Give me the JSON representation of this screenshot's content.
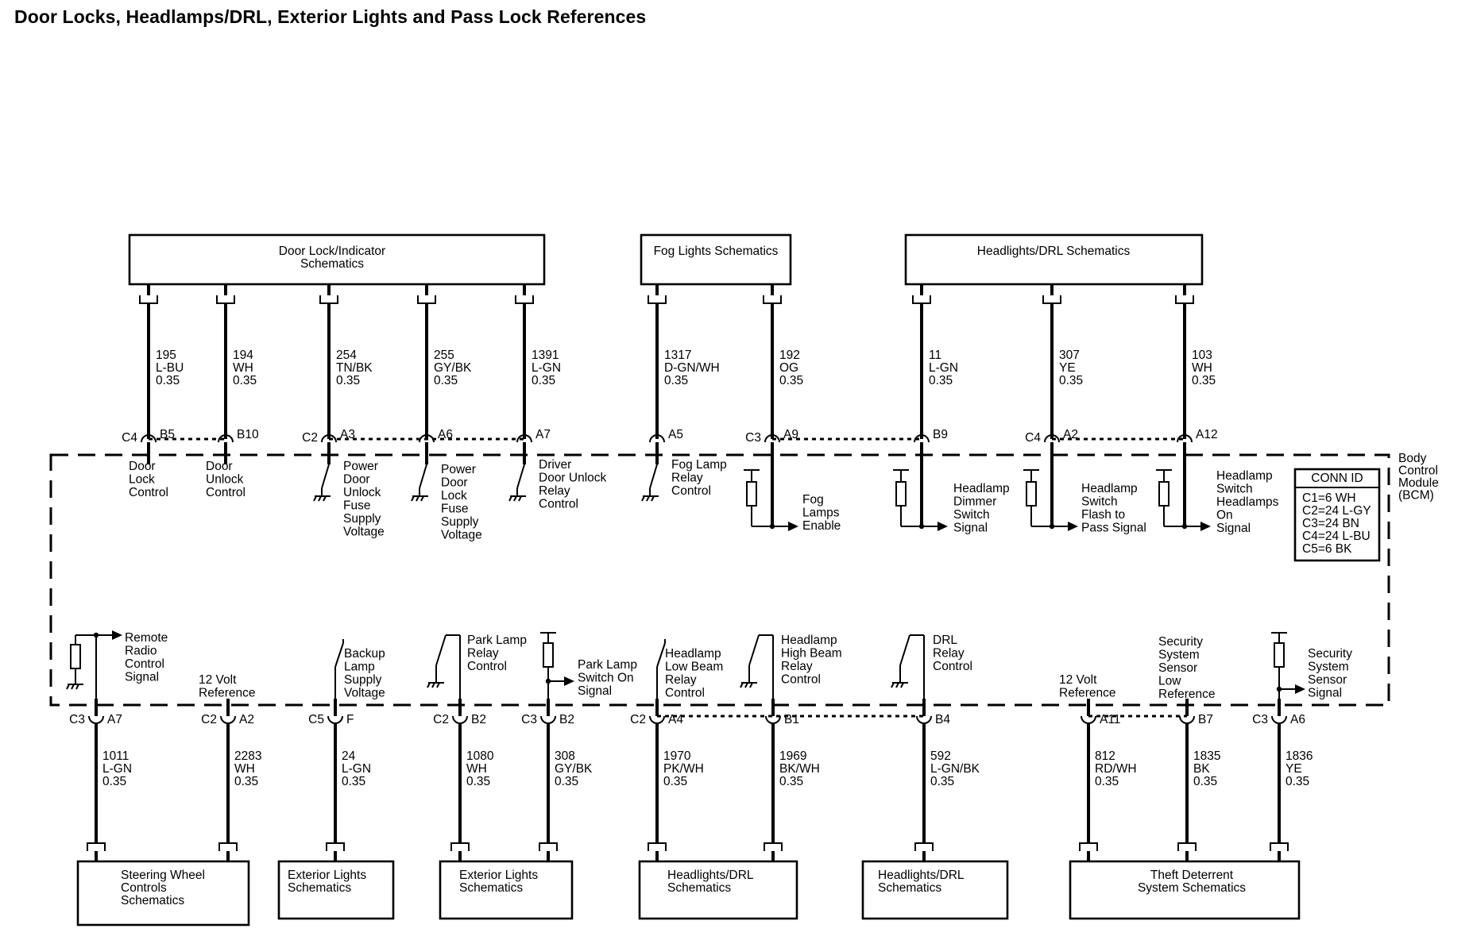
{
  "title": "Door Locks, Headlamps/DRL, Exterior Lights and Pass Lock References",
  "top_boxes": [
    {
      "lines": [
        "Door Lock/Indicator",
        "Schematics"
      ]
    },
    {
      "lines": [
        "Fog Lights Schematics"
      ]
    },
    {
      "lines": [
        "Headlights/DRL Schematics"
      ]
    }
  ],
  "bottom_boxes": [
    {
      "lines": [
        "Steering Wheel",
        "Controls",
        "Schematics"
      ]
    },
    {
      "lines": [
        "Exterior Lights",
        "Schematics"
      ]
    },
    {
      "lines": [
        "Exterior Lights",
        "Schematics"
      ]
    },
    {
      "lines": [
        "Headlights/DRL",
        "Schematics"
      ]
    },
    {
      "lines": [
        "Headlights/DRL",
        "Schematics"
      ]
    },
    {
      "lines": [
        "Theft Deterrent",
        "System Schematics"
      ]
    }
  ],
  "top_pins": [
    {
      "conn": "C4",
      "pin": "B5",
      "circuit": "195",
      "color": "L-BU",
      "gauge": "0.35",
      "function": [
        "Door",
        "Lock",
        "Control"
      ]
    },
    {
      "conn": "",
      "pin": "B10",
      "circuit": "194",
      "color": "WH",
      "gauge": "0.35",
      "function": [
        "Door",
        "Unlock",
        "Control"
      ]
    },
    {
      "conn": "C2",
      "pin": "A3",
      "circuit": "254",
      "color": "TN/BK",
      "gauge": "0.35",
      "function": [
        "Power",
        "Door",
        "Unlock",
        "Fuse",
        "Supply",
        "Voltage"
      ]
    },
    {
      "conn": "",
      "pin": "A6",
      "circuit": "255",
      "color": "GY/BK",
      "gauge": "0.35",
      "function": [
        "Power",
        "Door",
        "Lock",
        "Fuse",
        "Supply",
        "Voltage"
      ]
    },
    {
      "conn": "",
      "pin": "A7",
      "circuit": "1391",
      "color": "L-GN",
      "gauge": "0.35",
      "function": [
        "Driver",
        "Door Unlock",
        "Relay",
        "Control"
      ]
    },
    {
      "conn": "",
      "pin": "A5",
      "circuit": "1317",
      "color": "D-GN/WH",
      "gauge": "0.35",
      "function": [
        "Fog Lamp",
        "Relay",
        "Control"
      ]
    },
    {
      "conn": "C3",
      "pin": "A9",
      "circuit": "192",
      "color": "OG",
      "gauge": "0.35",
      "function": [
        "Fog",
        "Lamps",
        "Enable"
      ]
    },
    {
      "conn": "",
      "pin": "B9",
      "circuit": "11",
      "color": "L-GN",
      "gauge": "0.35",
      "function": [
        "Headlamp",
        "Dimmer",
        "Switch",
        "Signal"
      ]
    },
    {
      "conn": "C4",
      "pin": "A2",
      "circuit": "307",
      "color": "YE",
      "gauge": "0.35",
      "function": [
        "Headlamp",
        "Switch",
        "Flash to",
        "Pass Signal"
      ]
    },
    {
      "conn": "",
      "pin": "A12",
      "circuit": "103",
      "color": "WH",
      "gauge": "0.35",
      "function": [
        "Headlamp",
        "Switch",
        "Headlamps",
        "On",
        "Signal"
      ]
    }
  ],
  "bottom_pins": [
    {
      "conn": "C3",
      "pin": "A7",
      "circuit": "1011",
      "color": "L-GN",
      "gauge": "0.35",
      "function": [
        "Remote",
        "Radio",
        "Control",
        "Signal"
      ]
    },
    {
      "conn": "C2",
      "pin": "A2",
      "circuit": "2283",
      "color": "WH",
      "gauge": "0.35",
      "function": [
        "12 Volt",
        "Reference"
      ]
    },
    {
      "conn": "C5",
      "pin": "F",
      "circuit": "24",
      "color": "L-GN",
      "gauge": "0.35",
      "function": [
        "Backup",
        "Lamp",
        "Supply",
        "Voltage"
      ]
    },
    {
      "conn": "C2",
      "pin": "B2",
      "circuit": "1080",
      "color": "WH",
      "gauge": "0.35",
      "function": [
        "Park Lamp",
        "Relay",
        "Control"
      ]
    },
    {
      "conn": "C3",
      "pin": "B2",
      "circuit": "308",
      "color": "GY/BK",
      "gauge": "0.35",
      "function": [
        "Park Lamp",
        "Switch On",
        "Signal"
      ]
    },
    {
      "conn": "C2",
      "pin": "A4",
      "circuit": "1970",
      "color": "PK/WH",
      "gauge": "0.35",
      "function": [
        "Headlamp",
        "Low Beam",
        "Relay",
        "Control"
      ]
    },
    {
      "conn": "",
      "pin": "B1",
      "circuit": "1969",
      "color": "BK/WH",
      "gauge": "0.35",
      "function": [
        "Headlamp",
        "High Beam",
        "Relay",
        "Control"
      ]
    },
    {
      "conn": "",
      "pin": "B4",
      "circuit": "592",
      "color": "L-GN/BK",
      "gauge": "0.35",
      "function": [
        "DRL",
        "Relay",
        "Control"
      ]
    },
    {
      "conn": "",
      "pin": "A11",
      "circuit": "812",
      "color": "RD/WH",
      "gauge": "0.35",
      "function": [
        "12 Volt",
        "Reference"
      ]
    },
    {
      "conn": "",
      "pin": "B7",
      "circuit": "1835",
      "color": "BK",
      "gauge": "0.35",
      "function": [
        "Security",
        "System",
        "Sensor",
        "Low",
        "Reference"
      ]
    },
    {
      "conn": "C3",
      "pin": "A6",
      "circuit": "1836",
      "color": "YE",
      "gauge": "0.35",
      "function": [
        "Security",
        "System",
        "Sensor",
        "Signal"
      ]
    }
  ],
  "module": {
    "lines": [
      "Body",
      "Control",
      "Module",
      "(BCM)"
    ]
  },
  "conn_id": {
    "title": "CONN ID",
    "entries": [
      "C1=6 WH",
      "C2=24 L-GY",
      "C3=24 BN",
      "C4=24 L-BU",
      "C5=6 BK"
    ]
  }
}
